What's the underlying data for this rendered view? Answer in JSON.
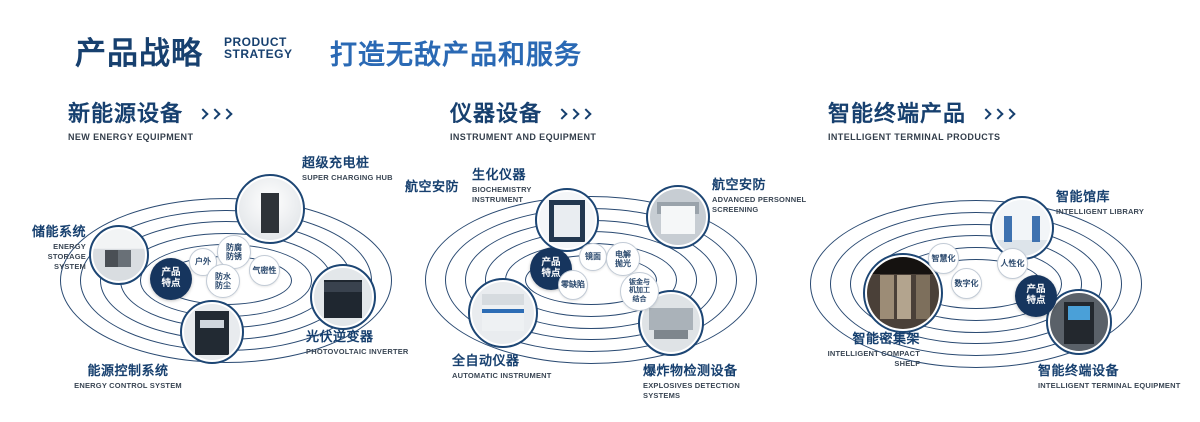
{
  "header": {
    "title": "产品战略",
    "sub1": "PRODUCT",
    "sub2": "STRATEGY",
    "tagline": "打造无敌产品和服务"
  },
  "sections": [
    {
      "title": "新能源设备",
      "subtitle": "NEW ENERGY EQUIPMENT",
      "feature_label": "产品特点",
      "bubbles": [
        "户外",
        "防腐防锈",
        "气密性",
        "防水防尘"
      ],
      "products": [
        {
          "cn": "储能系统",
          "en": "ENERGY STORAGE SYSTEM"
        },
        {
          "cn": "超级充电桩",
          "en": "SUPER CHARGING HUB"
        },
        {
          "cn": "光伏逆变器",
          "en": "PHOTOVOLTAIC INVERTER"
        },
        {
          "cn": "能源控制系统",
          "en": "ENERGY CONTROL SYSTEM"
        }
      ]
    },
    {
      "title": "仪器设备",
      "subtitle": "INSTRUMENT AND EQUIPMENT",
      "side_label": "航空安防",
      "feature_label": "产品特点",
      "bubbles": [
        "镜面",
        "电解抛光",
        "零缺陷",
        "钣金与机加工结合"
      ],
      "products": [
        {
          "cn": "生化仪器",
          "en": "BIOCHEMISTRY INSTRUMENT"
        },
        {
          "cn": "航空安防",
          "en": "ADVANCED PERSONNEL SCREENING"
        },
        {
          "cn": "全自动仪器",
          "en": "AUTOMATIC INSTRUMENT"
        },
        {
          "cn": "爆炸物检测设备",
          "en": "EXPLOSIVES DETECTION SYSTEMS"
        }
      ]
    },
    {
      "title": "智能终端产品",
      "subtitle": "INTELLIGENT TERMINAL PRODUCTS",
      "feature_label": "产品特点",
      "bubbles": [
        "智慧化",
        "人性化",
        "数字化"
      ],
      "products": [
        {
          "cn": "智能馆库",
          "en": "INTELLIGENT LIBRARY"
        },
        {
          "cn": "智能密集架",
          "en": "INTELLIGENT COMPACT SHELF"
        },
        {
          "cn": "智能终端设备",
          "en": "INTELLIGENT TERMINAL EQUIPMENT"
        }
      ]
    }
  ],
  "colors": {
    "navy": "#17406f",
    "blue": "#2a69b4",
    "orbit": "#2a4a72",
    "feature_bg": "#16355e"
  }
}
